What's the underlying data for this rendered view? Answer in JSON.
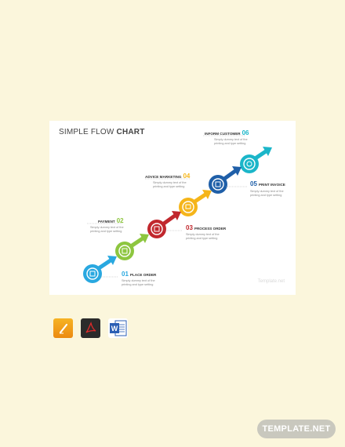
{
  "card": {
    "title_light": "SIMPLE FLOW",
    "title_bold": " CHART",
    "watermark": "Template.net"
  },
  "steps": [
    {
      "num": "01",
      "label": "PLACE ORDER",
      "color": "#29a8e0",
      "desc1": "Simply dummy text of the",
      "desc2": "printing and type setting"
    },
    {
      "num": "02",
      "label": "PAYMENT",
      "color": "#8dc63f",
      "desc1": "Simply dummy text of the",
      "desc2": "printing and type setting"
    },
    {
      "num": "03",
      "label": "PROCESS ORDER",
      "color": "#c1272d",
      "desc1": "Simply dummy text of the",
      "desc2": "printing and type setting"
    },
    {
      "num": "04",
      "label": "ADVICE MARKETING",
      "color": "#f5b51a",
      "desc1": "Simply dummy text of the",
      "desc2": "printing and type setting"
    },
    {
      "num": "05",
      "label": "PRINT INVOICE",
      "color": "#1f5fa8",
      "desc1": "Simply dummy text of the",
      "desc2": "printing and type setting"
    },
    {
      "num": "06",
      "label": "INFORM CUSTOMER",
      "color": "#1bb6c9",
      "desc1": "Simply dummy text of the",
      "desc2": "printing and type setting"
    }
  ],
  "icons": [
    {
      "name": "pages-icon"
    },
    {
      "name": "acrobat-icon"
    },
    {
      "name": "word-icon",
      "letter": "W"
    }
  ],
  "brand": "TEMPLATE.NET"
}
